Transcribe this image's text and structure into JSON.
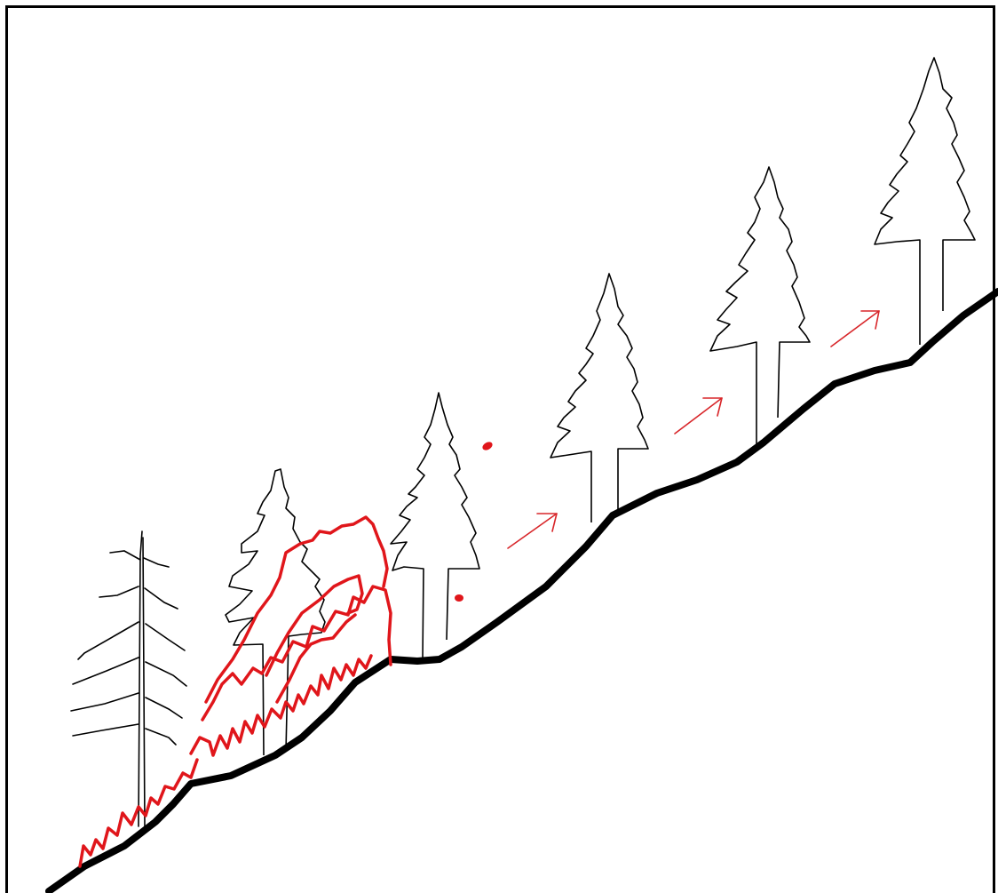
{
  "diagram": {
    "kind": "hand-drawn slope fire sketch",
    "trees": [
      {
        "id": "tree-1",
        "state": "dead-snag"
      },
      {
        "id": "tree-2",
        "state": "burning"
      },
      {
        "id": "tree-3",
        "state": "scorched"
      },
      {
        "id": "tree-4",
        "state": "unburned"
      },
      {
        "id": "tree-5",
        "state": "unburned"
      },
      {
        "id": "tree-6",
        "state": "unburned"
      }
    ],
    "spread_arrows": 3,
    "embers": 2
  },
  "colors": {
    "background": "#ffffff",
    "border": "#000000",
    "ground": "#000000",
    "tree_outline": "#000000",
    "fire": "#e0161b",
    "arrow": "#d8262a"
  }
}
